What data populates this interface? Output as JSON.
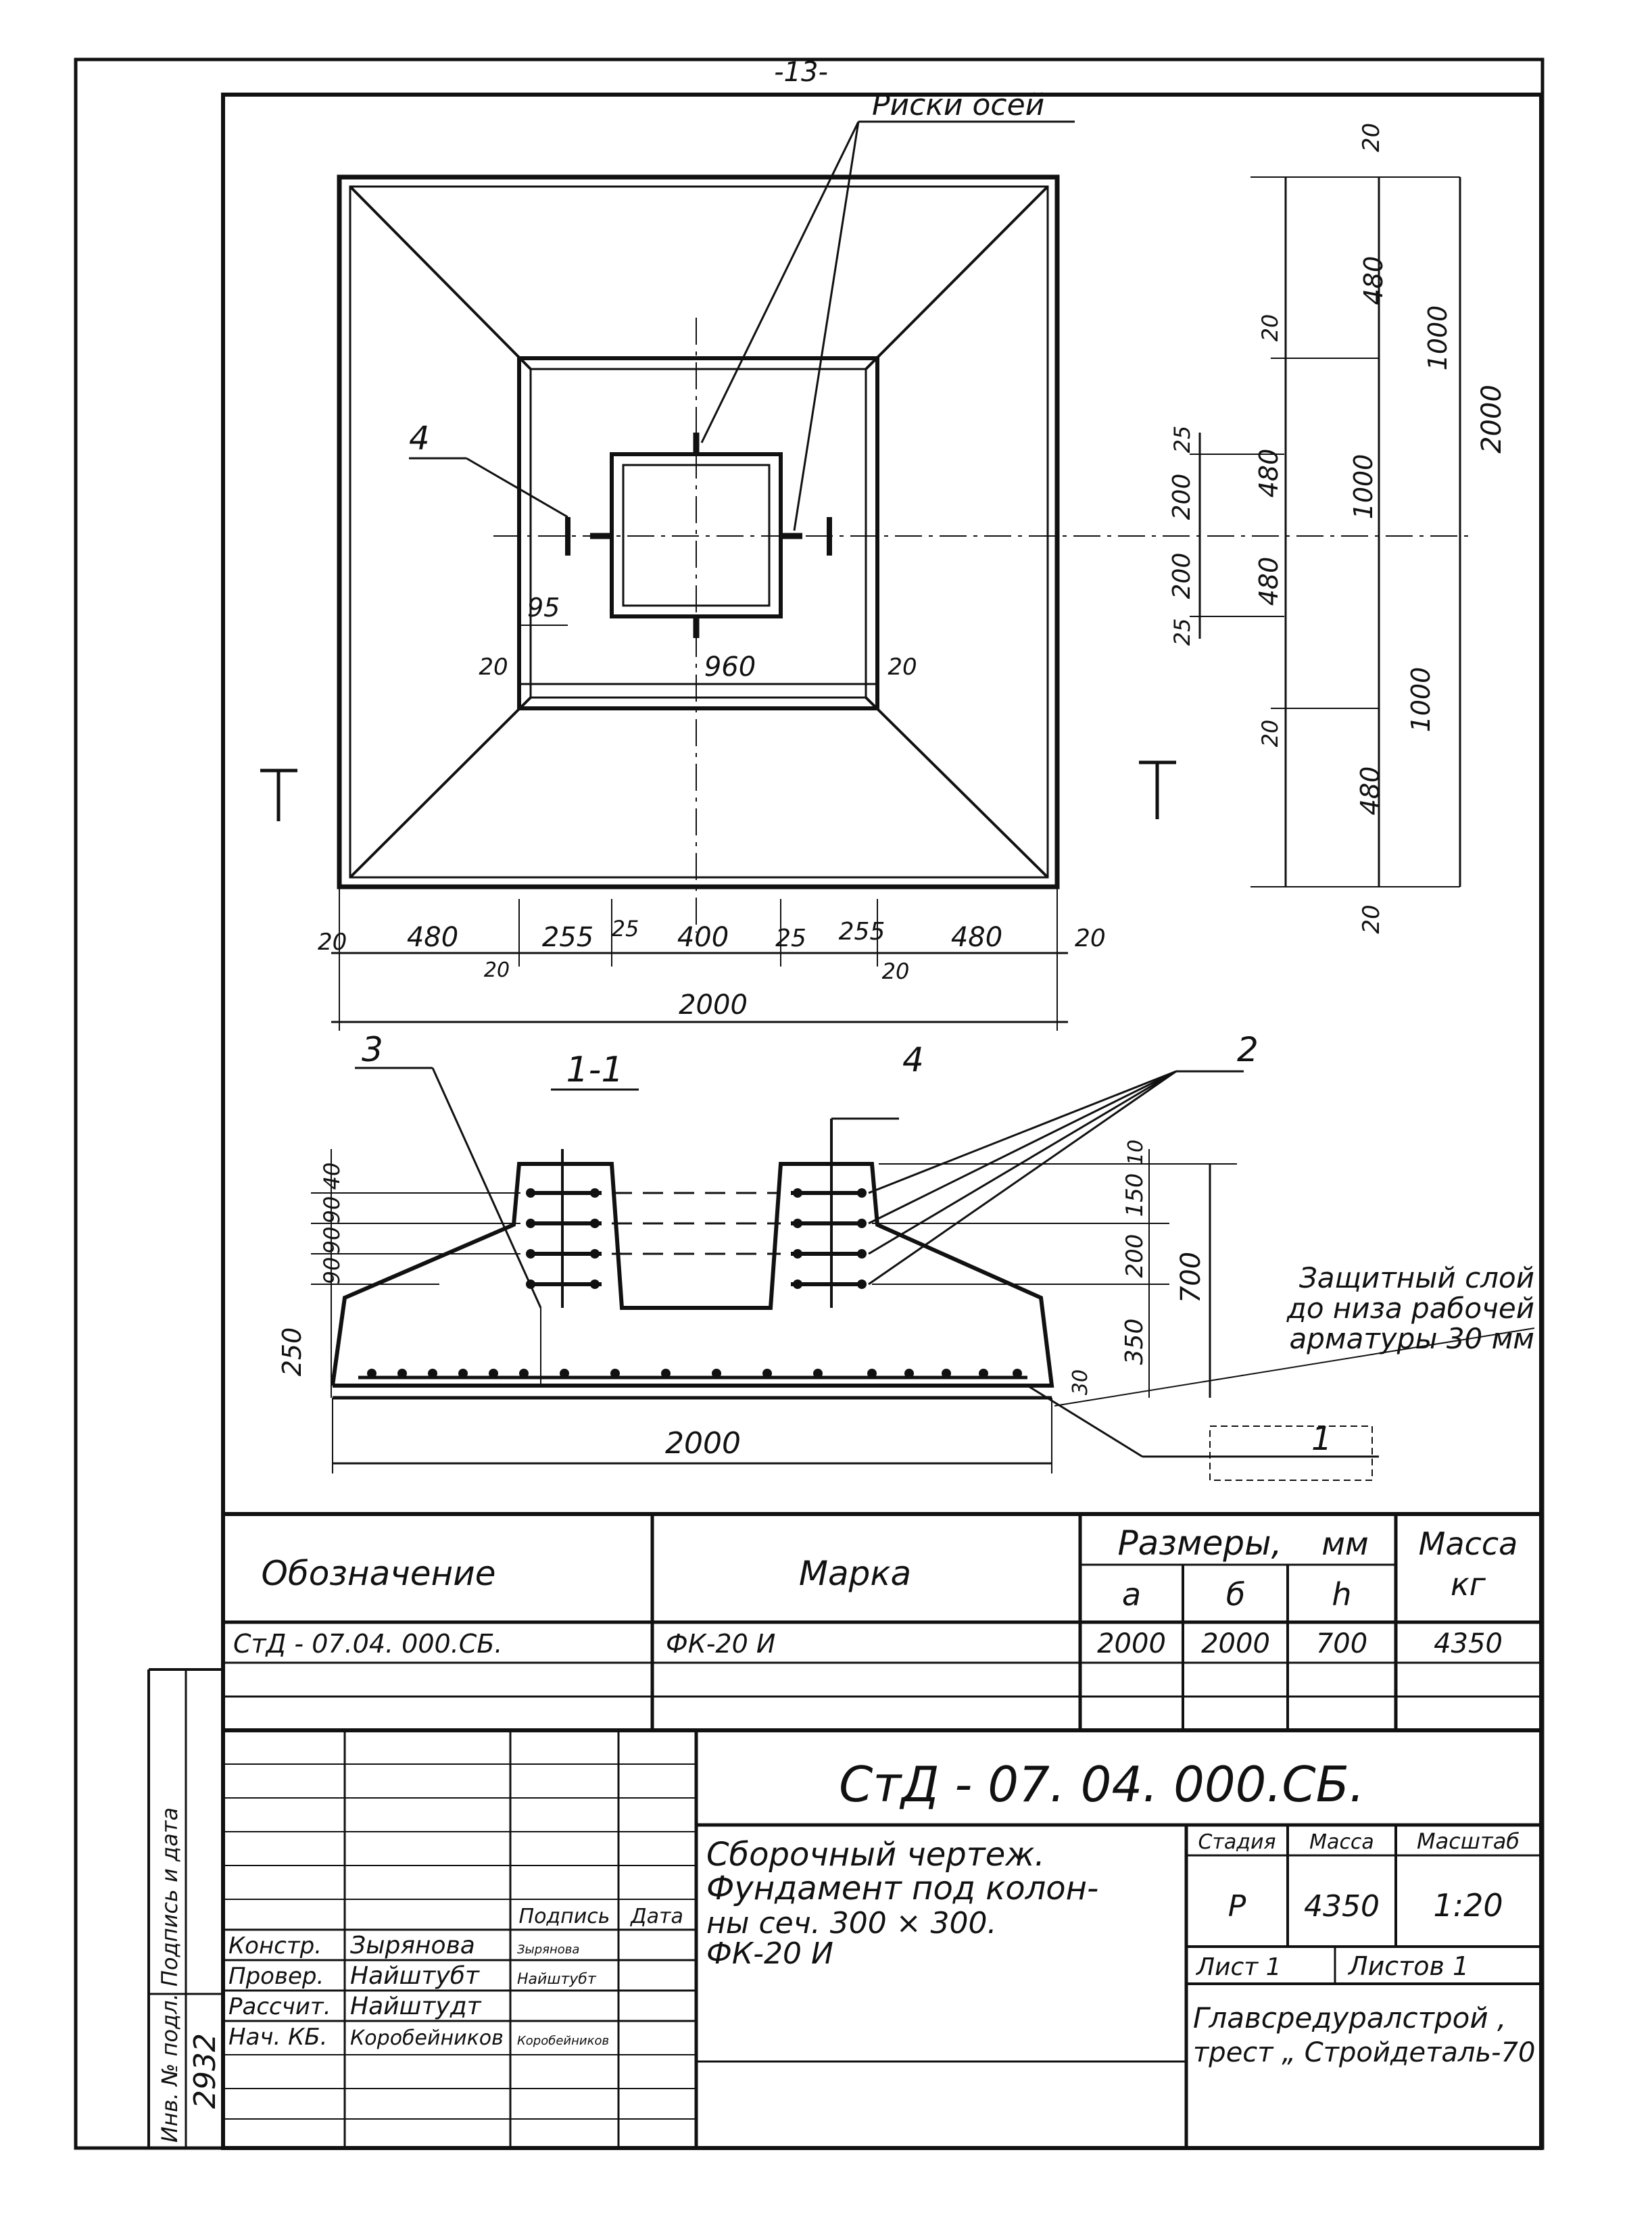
{
  "page_number": "-13-",
  "plan": {
    "axis_marks_label": "Риски осей",
    "pos_4": "4",
    "dim_95": "95",
    "dim_960": "960",
    "dim_20_left": "20",
    "dim_20_right": "20",
    "bottom_dims": [
      "20",
      "480",
      "255",
      "25",
      "400",
      "25",
      "255",
      "480",
      "20"
    ],
    "bottom_small_20a": "20",
    "bottom_small_20b": "20",
    "bottom_total": "2000",
    "right_dims": {
      "top_20": "20",
      "d480_top": "480",
      "d20_a": "20",
      "d480_b": "480",
      "d25_top": "25",
      "d200_top": "200",
      "d200_bottom": "200",
      "d25_bottom": "25",
      "d480_c": "480",
      "d20_b": "20",
      "d480_bottom": "480",
      "bottom_20": "20",
      "d1000_top": "1000",
      "d1000_mid": "1000",
      "d1000_bottom": "1000",
      "d2000": "2000"
    }
  },
  "section": {
    "title": "1-1",
    "pos_1": "1",
    "pos_2": "2",
    "pos_3": "3",
    "pos_4": "4",
    "left_dims": [
      "40",
      "90",
      "90",
      "90",
      "250"
    ],
    "right_dims": [
      "10",
      "150",
      "200",
      "350",
      "30"
    ],
    "height_700": "700",
    "width_2000": "2000",
    "note_lines": [
      "Защитный слой",
      "до низа рабочей",
      "арматуры 30 мм"
    ]
  },
  "spec_table": {
    "col_designation": "Обозначение",
    "col_mark": "Марка",
    "col_sizes": "Размеры,",
    "col_sizes_unit": "мм",
    "col_a": "а",
    "col_b": "б",
    "col_h": "h",
    "col_mass": "Масса",
    "col_mass_unit": "кг",
    "row": {
      "designation": "СтД - 07.04. 000.СБ.",
      "mark": "ФК-20 И",
      "a": "2000",
      "b": "2000",
      "h": "700",
      "mass": "4350"
    }
  },
  "title_block": {
    "doc_code": "СтД - 07. 04. 000.СБ.",
    "description_lines": [
      "Сборочный    чертеж.",
      "Фундамент    под колон-",
      "ны сеч. 300 × 300.",
      "ФК-20 И"
    ],
    "stage_label": "Стадия",
    "mass_label": "Масса",
    "scale_label": "Масштаб",
    "stage_value": "Р",
    "mass_value": "4350",
    "scale_value": "1:20",
    "sheet_label": "Лист 1",
    "sheets_label": "Листов 1",
    "org_lines": [
      "Главсредуралстрой ,",
      "трест „ Стройдеталь-70"
    ],
    "signature_header": "Подпись",
    "date_header": "Дата",
    "staff": [
      {
        "role": "Констр.",
        "name": "Зырянова",
        "signature": "Зырянова"
      },
      {
        "role": "Провер.",
        "name": "Найштубт",
        "signature": "Найштубт"
      },
      {
        "role": "Рассчит.",
        "name": "Найштудт",
        "signature": ""
      },
      {
        "role": "Нач. КБ.",
        "name": "Коробейников",
        "signature": "Коробейников"
      }
    ]
  },
  "side_stamp": {
    "label": "Инв. № подл.  Подпись и дата",
    "inv_number": "2932"
  }
}
